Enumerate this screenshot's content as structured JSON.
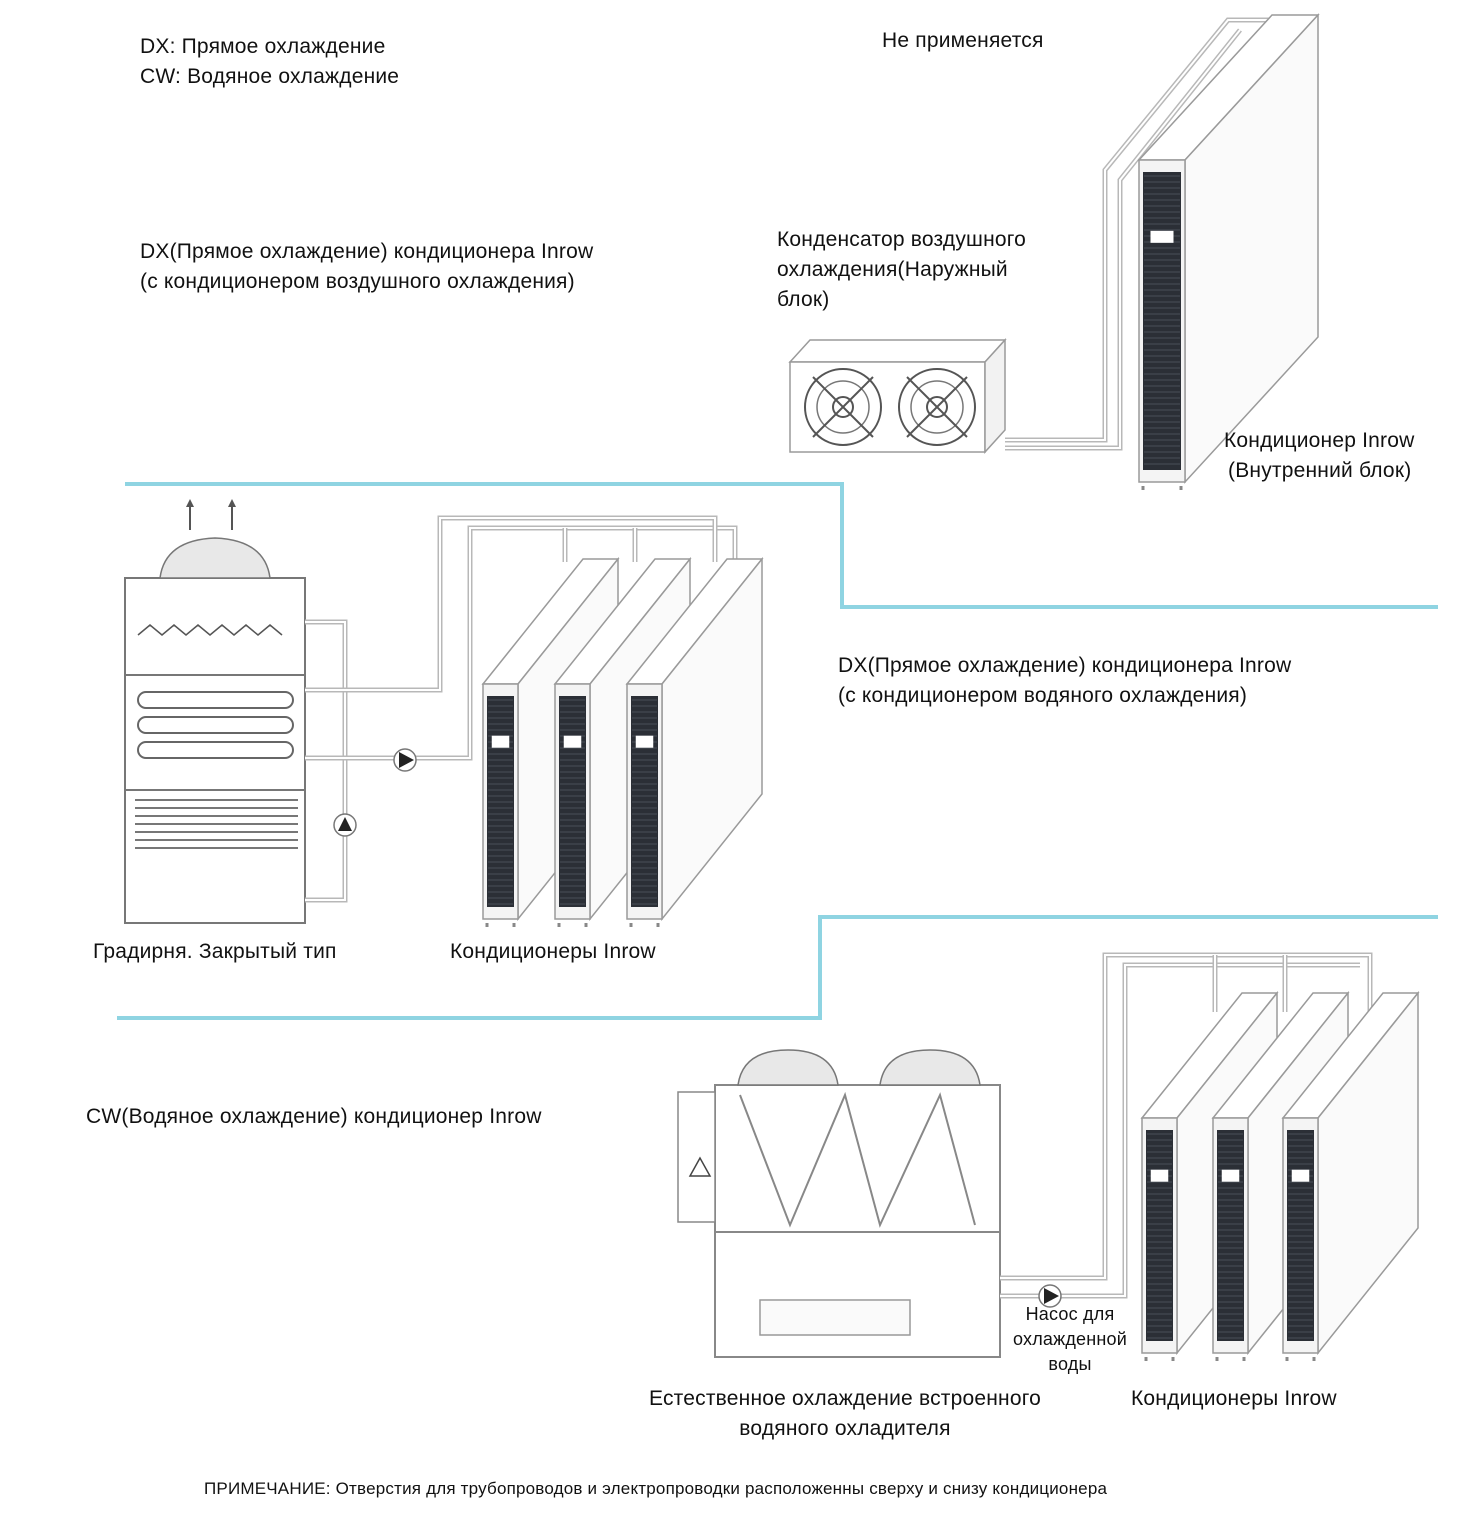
{
  "legend": {
    "dx": "DX: Прямое охлаждение",
    "cw": "CW: Водяное охлаждение"
  },
  "section_air": {
    "title_line1": "DX(Прямое охлаждение) кондиционера Inrow",
    "title_line2": "(с кондиционером воздушного охлаждения)",
    "not_applicable": "Не применяется",
    "condenser_line1": "Конденсатор воздушного",
    "condenser_line2": "охлаждения(Наружный",
    "condenser_line3": "блок)",
    "indoor_line1": "Кондиционер Inrow",
    "indoor_line2": "(Внутренний блок)"
  },
  "section_water": {
    "title_line1": "DX(Прямое охлаждение) кондиционера Inrow",
    "title_line2": "(с кондиционером водяного охлаждения)",
    "tower_label": "Градирня. Закрытый тип",
    "units_label": "Кондиционеры Inrow"
  },
  "section_cw": {
    "title": "CW(Водяное охлаждение) кондиционер Inrow",
    "pump_line1": "Насос для",
    "pump_line2": "охлажденной",
    "pump_line3": "воды",
    "chiller_line1": "Естественное охлаждение встроенного",
    "chiller_line2": "водяного охладителя",
    "units_label": "Кондиционеры Inrow"
  },
  "note": "ПРИМЕЧАНИЕ: Отверстия для трубопроводов и электропроводки расположенны сверху и снизу кондиционера",
  "colors": {
    "divider": "#8fd4e2",
    "unit_panel": "#2b2f36",
    "outline": "#9a9a9a"
  }
}
